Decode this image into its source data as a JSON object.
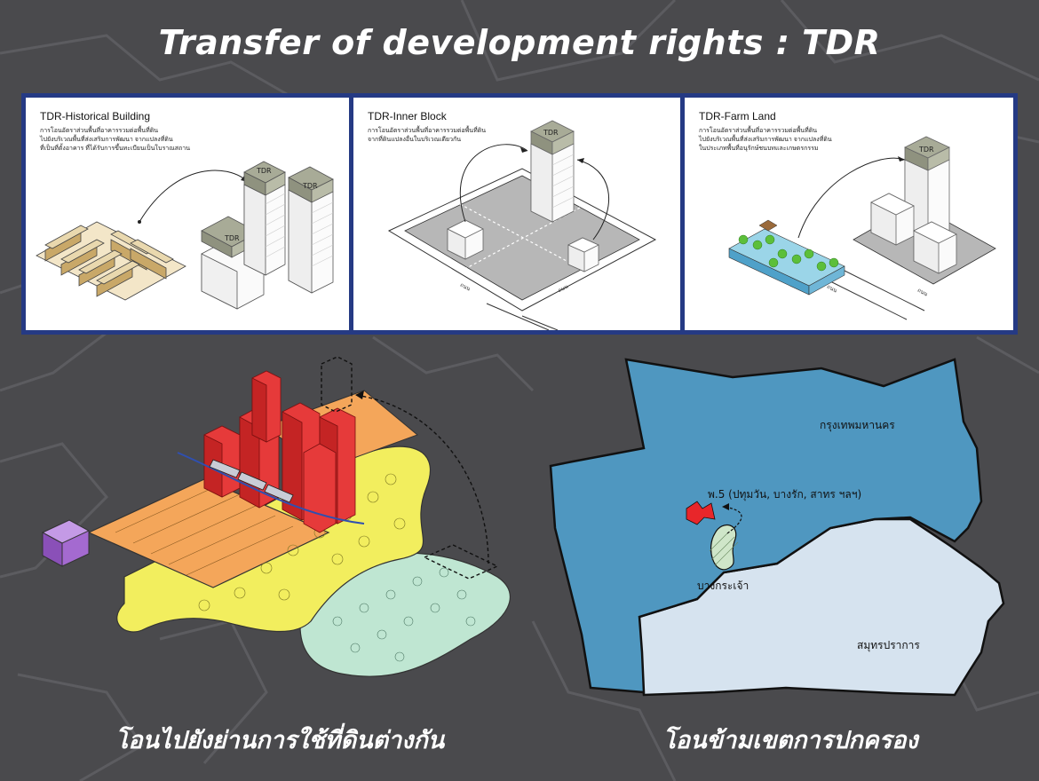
{
  "title": "Transfer of development rights : TDR",
  "panels": [
    {
      "title": "TDR-Historical Building",
      "description": [
        "การโอนอัตราส่วนพื้นที่อาคารรวมต่อพื้นที่ดิน",
        "ไปยังบริเวณพื้นที่ส่งเสริมการพัฒนา จากแปลงที่ดิน",
        "ที่เป็นที่ตั้งอาคาร ที่ได้รับการขึ้นทะเบียนเป็นโบราณสถาน"
      ],
      "labels": [
        "TDR",
        "TDR",
        "TDR"
      ]
    },
    {
      "title": "TDR-Inner Block",
      "description": [
        "การโอนอัตราส่วนพื้นที่อาคารรวมต่อพื้นที่ดิน",
        "จากที่ดินแปลงอื่นในบริเวณเดียวกัน"
      ],
      "labels": [
        "TDR"
      ],
      "road_labels": [
        "ถนน",
        "ถนน"
      ]
    },
    {
      "title": "TDR-Farm Land",
      "description": [
        "การโอนอัตราส่วนพื้นที่อาคารรวมต่อพื้นที่ดิน",
        "ไปยังบริเวณพื้นที่ส่งเสริมการพัฒนา จากแปลงที่ดิน",
        "ในประเภทพื้นที่อนุรักษ์ชนบทและเกษตรกรรม"
      ],
      "labels": [
        "TDR"
      ],
      "road_labels": [
        "ถนน",
        "ถนน"
      ]
    }
  ],
  "left_caption": "โอนไปยังย่านการใช้ที่ดินต่างกัน",
  "right_caption": "โอนข้ามเขตการปกครอง",
  "map": {
    "labels": {
      "bangkok": "กรุงเทพมหานคร",
      "zone": "พ.5 (ปทุมวัน, บางรัก, สาทร ฯลฯ)",
      "bang_krachao": "บางกระเจ้า",
      "samut_prakan": "สมุทรปราการ"
    },
    "colors": {
      "bangkok": "#4f97c0",
      "samut_prakan": "#d6e3ef",
      "zone": "#e8262a",
      "bang_krachao": "#cfe6c9"
    }
  },
  "diagram_colors": {
    "high_density": "#e63a3a",
    "medium_density": "#f4a65a",
    "low_density": "#f2ee5e",
    "rural": "#bfe6d2",
    "heritage": "#a46ad0"
  }
}
